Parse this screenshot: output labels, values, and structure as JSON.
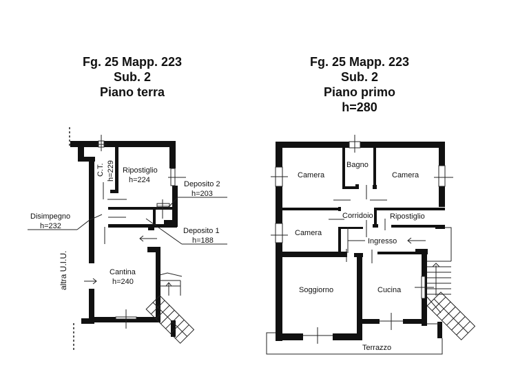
{
  "ground_floor": {
    "title": {
      "line1": "Fg. 25 Mapp. 223",
      "line2": "Sub. 2",
      "line3": "Piano terra"
    },
    "rooms": {
      "ct": {
        "name": "C.T.",
        "height": "h=229"
      },
      "ripostiglio": {
        "name": "Ripostiglio",
        "height": "h=224"
      },
      "deposito2": {
        "name": "Deposito 2",
        "height": "h=203"
      },
      "disimpegno": {
        "name": "Disimpegno",
        "height": "h=232"
      },
      "deposito1": {
        "name": "Deposito 1",
        "height": "h=188"
      },
      "cantina": {
        "name": "Cantina",
        "height": "h=240"
      }
    },
    "side_label": "altra U.I.U."
  },
  "first_floor": {
    "title": {
      "line1": "Fg. 25 Mapp. 223",
      "line2": "Sub. 2",
      "line3": "Piano primo",
      "line4": "h=280"
    },
    "rooms": {
      "camera_nw": "Camera",
      "bagno": "Bagno",
      "camera_ne": "Camera",
      "corridoio": "Corridoio",
      "ripostiglio": "Ripostiglio",
      "camera_w": "Camera",
      "ingresso": "Ingresso",
      "soggiorno": "Soggiorno",
      "cucina": "Cucina",
      "terrazzo": "Terrazzo"
    }
  },
  "colors": {
    "wall": "#111111",
    "background": "#ffffff",
    "line": "#222222"
  }
}
